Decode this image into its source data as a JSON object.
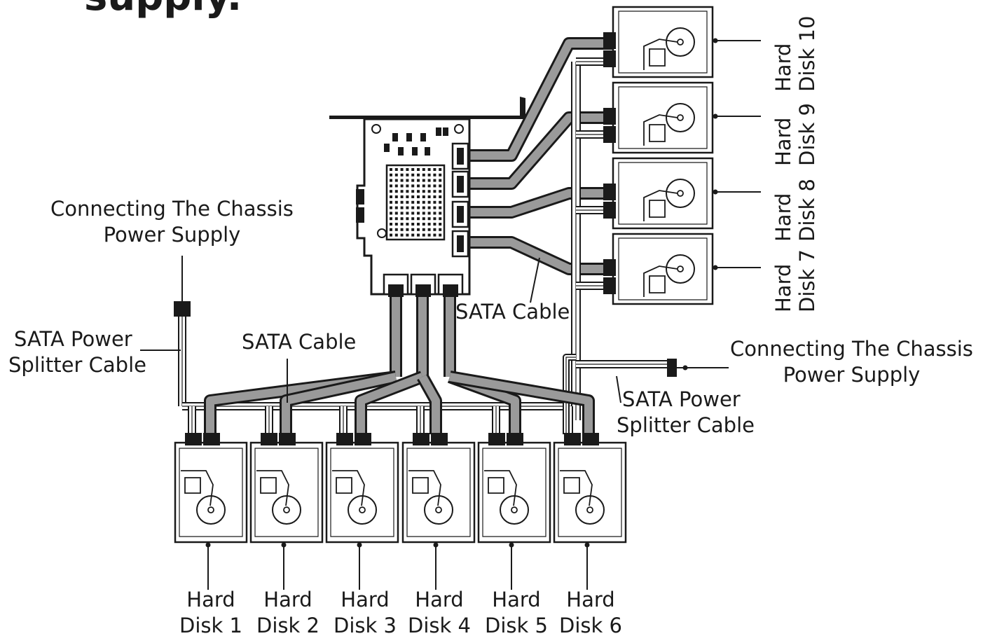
{
  "heading_fragment": "supply.",
  "labels": {
    "chassis_power_left": [
      "Connecting The Chassis",
      "Power Supply"
    ],
    "chassis_power_right": [
      "Connecting The Chassis",
      "Power Supply"
    ],
    "sata_power_splitter_left": [
      "SATA Power",
      "Splitter Cable"
    ],
    "sata_power_splitter_right": [
      "SATA Power",
      "Splitter Cable"
    ],
    "sata_cable_bottom": "SATA Cable",
    "sata_cable_right": "SATA Cable"
  },
  "disks_bottom": [
    {
      "line1": "Hard",
      "line2": "Disk 1"
    },
    {
      "line1": "Hard",
      "line2": "Disk 2"
    },
    {
      "line1": "Hard",
      "line2": "Disk 3"
    },
    {
      "line1": "Hard",
      "line2": "Disk 4"
    },
    {
      "line1": "Hard",
      "line2": "Disk 5"
    },
    {
      "line1": "Hard",
      "line2": "Disk 6"
    }
  ],
  "disks_right": [
    {
      "line1": "Hard",
      "line2": "Disk 10"
    },
    {
      "line1": "Hard",
      "line2": "Disk 9"
    },
    {
      "line1": "Hard",
      "line2": "Disk 8"
    },
    {
      "line1": "Hard",
      "line2": "Disk 7"
    }
  ],
  "colors": {
    "line": "#1a1a1a",
    "cable_fill": "#9a9a9a",
    "background": "#ffffff"
  }
}
